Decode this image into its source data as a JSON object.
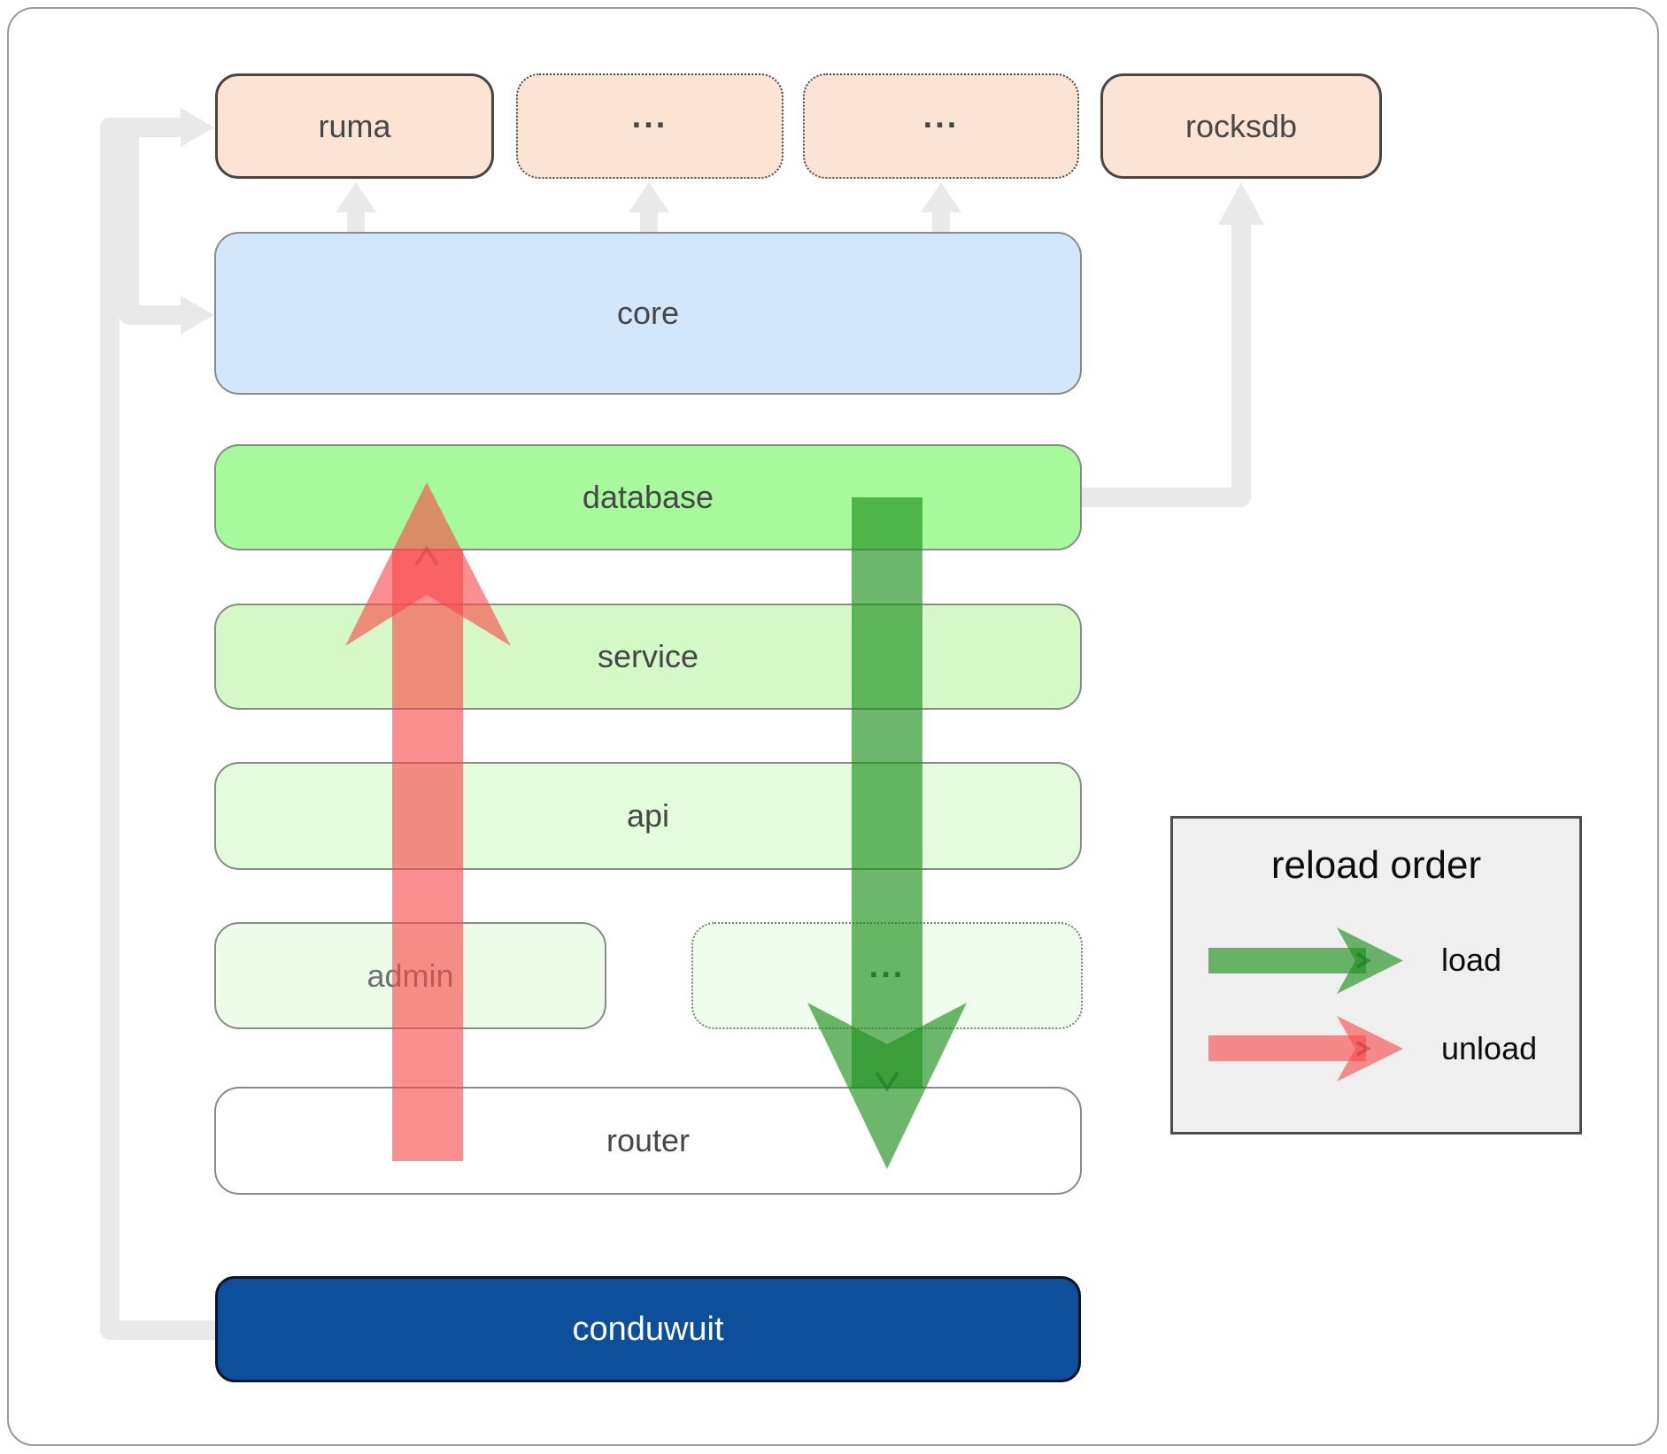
{
  "diagram": {
    "top_row": [
      {
        "label": "ruma",
        "style": "solid"
      },
      {
        "label": "...",
        "style": "dotted"
      },
      {
        "label": "...",
        "style": "dotted"
      },
      {
        "label": "rocksdb",
        "style": "solid"
      }
    ],
    "layers": [
      {
        "label": "core",
        "color": "#d2e7fa"
      },
      {
        "label": "database",
        "color": "#a6fa9b"
      },
      {
        "label": "service",
        "color": "#d4f8c6"
      },
      {
        "label": "api",
        "color": "#e3fcdb"
      },
      {
        "label": "router",
        "color": "#ffffff"
      }
    ],
    "admin_row": {
      "admin_label": "admin",
      "more_label": "..."
    },
    "app": {
      "label": "conduwuit",
      "color": "#0d4f9b"
    }
  },
  "legend": {
    "title": "reload order",
    "items": [
      {
        "label": "load",
        "color": "#209120"
      },
      {
        "label": "unload",
        "color": "#f84949"
      }
    ]
  },
  "arrows": {
    "load_color": "#209120",
    "unload_color": "#f84949",
    "connector_color": "#e9e9e9"
  }
}
